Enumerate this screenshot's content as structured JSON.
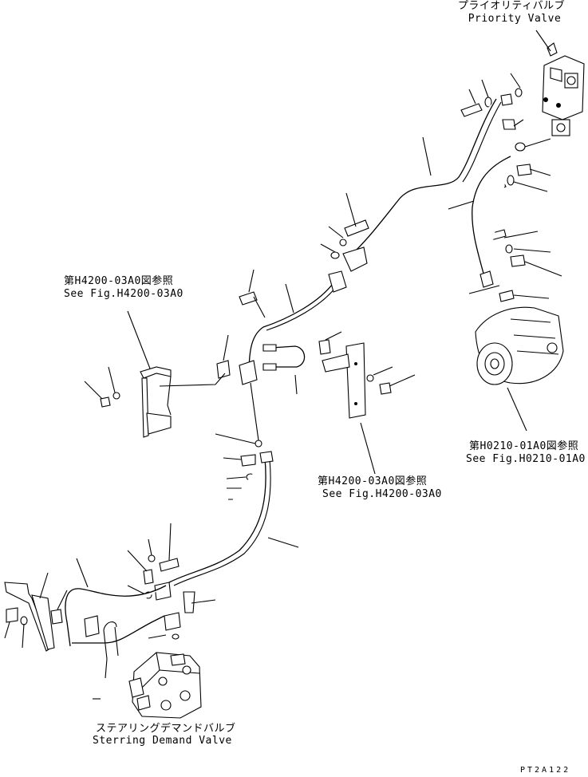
{
  "labels": {
    "priority_valve_jp": "プライオリティバルブ",
    "priority_valve_en": "Priority Valve",
    "ref_left_jp": "第H4200-03A0図参照",
    "ref_left_en": "See Fig.H4200-03A0",
    "ref_mid_jp": "第H4200-03A0図参照",
    "ref_mid_en": "See Fig.H4200-03A0",
    "ref_pump_jp": "第H0210-01A0図参照",
    "ref_pump_en": "See Fig.H0210-01A0",
    "demand_valve_jp": "ステアリングデマンドバルブ",
    "demand_valve_en": "Sterring Demand Valve",
    "drawing_code": "PT2A122"
  }
}
